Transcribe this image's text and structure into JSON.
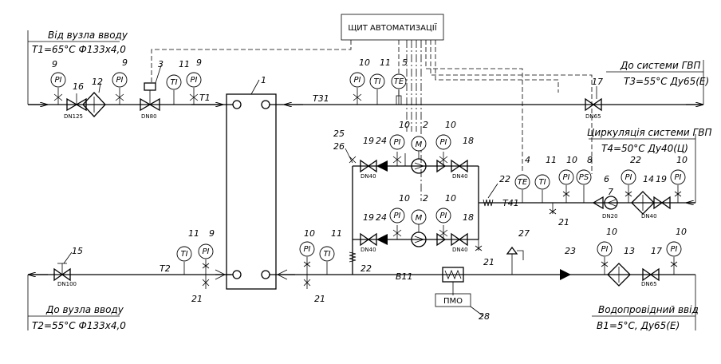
{
  "panel": {
    "label": "ЩИТ АВТОМАТИЗАЦІЇ"
  },
  "inlet_supply": {
    "title": "Від вузла вводу",
    "spec": "T1=65°C  Ф133х4,0"
  },
  "return_out": {
    "title": "До вузла вводу",
    "spec": "T2=55°C  Ф133х4,0"
  },
  "dhw_out": {
    "title": "До системи ГВП",
    "spec": "T3=55°C  Ду65(Е)"
  },
  "circulation": {
    "title": "Циркуляція системи ГВП",
    "spec": "T4=50°C  Ду40(Ц)"
  },
  "water_in": {
    "title": "Водопровідний ввід",
    "spec": "B1=5°C,  Ду65(Е)"
  },
  "pipes": {
    "t1": "T1",
    "t2": "T2",
    "t31": "T31",
    "t41": "T41",
    "b11": "B11"
  },
  "pmo": {
    "label": "ПМО"
  },
  "dn": {
    "dn125": "DN125",
    "dn80": "DN80",
    "dn65a": "DN65",
    "dn100": "DN100",
    "dn40a": "DN40",
    "dn40b": "DN40",
    "dn40c": "DN40",
    "dn40d": "DN40",
    "dn20": "DN20",
    "dn40e": "DN40",
    "dn65b": "DN65"
  },
  "instruments": {
    "pi": "PI",
    "ti": "TI",
    "te": "TE",
    "ps": "PS",
    "m": "M"
  },
  "positions": {
    "p1": "1",
    "p2a": "2",
    "p2b": "2",
    "p3": "3",
    "p4": "4",
    "p5": "5",
    "p6": "6",
    "p7": "7",
    "p8": "8",
    "p9a": "9",
    "p9b": "9",
    "p9c": "9",
    "p9d": "9",
    "p10a": "10",
    "p10b": "10",
    "p10c": "10",
    "p10d": "10",
    "p10e": "10",
    "p10f": "10",
    "p10g": "10",
    "p10h": "10",
    "p10i": "10",
    "p10j": "10",
    "p10k": "10",
    "p11a": "11",
    "p11b": "11",
    "p11c": "11",
    "p11d": "11",
    "p11e": "11",
    "p12": "12",
    "p13": "13",
    "p14": "14",
    "p15": "15",
    "p16": "16",
    "p17a": "17",
    "p17b": "17",
    "p18a": "18",
    "p18b": "18",
    "p19a": "19",
    "p19b": "19",
    "p19c": "19",
    "p21a": "21",
    "p21b": "21",
    "p21c": "21",
    "p21d": "21",
    "p22a": "22",
    "p22b": "22",
    "p22c": "22",
    "p23": "23",
    "p24a": "24",
    "p24b": "24",
    "p25": "25",
    "p26": "26",
    "p27": "27",
    "p28": "28"
  }
}
